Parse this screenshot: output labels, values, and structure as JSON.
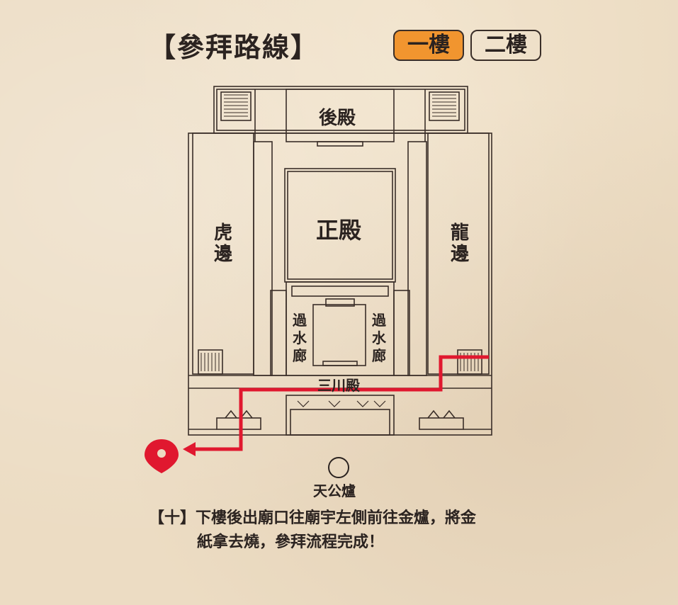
{
  "title": "【參拜路線】",
  "floors": [
    {
      "label": "一樓",
      "active": true
    },
    {
      "label": "二樓",
      "active": false
    }
  ],
  "halls": {
    "rear": "後殿",
    "main": "正殿",
    "tiger": "虎邊",
    "dragon": "龍邊",
    "corridor_left": "過水廊",
    "corridor_right": "過水廊",
    "sanchuan": "三川殿"
  },
  "furnace": "天公爐",
  "step": {
    "line1": "【十】下樓後出廟口往廟宇左側前往金爐，將金",
    "line2": "紙拿去燒，參拜流程完成！"
  },
  "colors": {
    "route": "#e0182f",
    "pin": "#e0182f",
    "active_floor": "#f1952f",
    "line": "#3a2e28"
  },
  "icons": [
    "location-pin-icon",
    "arrow-left-icon"
  ]
}
